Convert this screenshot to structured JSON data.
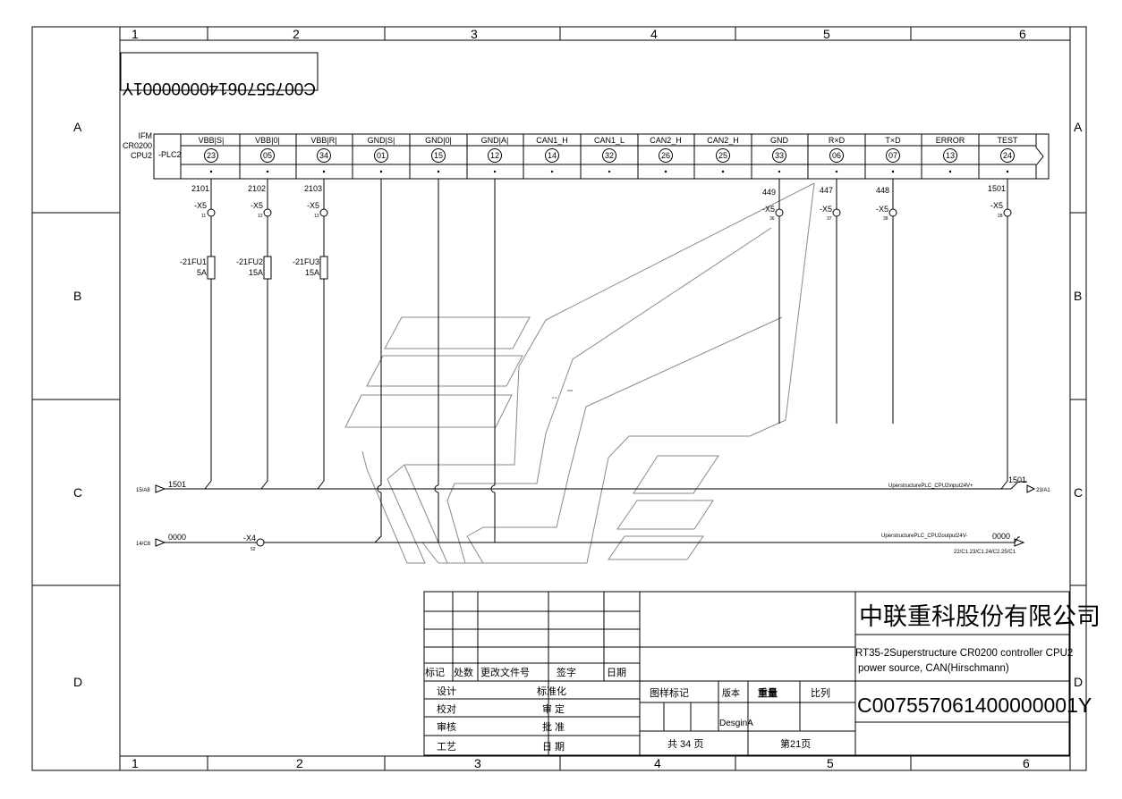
{
  "frame": {
    "col_labels": [
      "1",
      "2",
      "3",
      "4",
      "5",
      "6"
    ],
    "row_labels": [
      "A",
      "B",
      "C",
      "D"
    ]
  },
  "drawing_no_mirrored": "C007557061400000001Y",
  "plc": {
    "maker": "IFM",
    "model": "CR0200",
    "cpu": "CPU2",
    "tag": "-PLC2",
    "pins": [
      {
        "signal": "VBB|S|",
        "pin": "23"
      },
      {
        "signal": "VBB|0|",
        "pin": "05"
      },
      {
        "signal": "VBB|R|",
        "pin": "34"
      },
      {
        "signal": "GND|S|",
        "pin": "01"
      },
      {
        "signal": "GND|0|",
        "pin": "15"
      },
      {
        "signal": "GND|A|",
        "pin": "12"
      },
      {
        "signal": "CAN1_H",
        "pin": "14"
      },
      {
        "signal": "CAN1_L",
        "pin": "32"
      },
      {
        "signal": "CAN2_H",
        "pin": "26"
      },
      {
        "signal": "CAN2_H",
        "pin": "25"
      },
      {
        "signal": "GND",
        "pin": "33"
      },
      {
        "signal": "R×D",
        "pin": "06"
      },
      {
        "signal": "T×D",
        "pin": "07"
      },
      {
        "signal": "ERROR",
        "pin": "13"
      },
      {
        "signal": "TEST",
        "pin": "24"
      }
    ]
  },
  "wires": [
    {
      "wire": "2101",
      "term": "-X5",
      "pin": "11"
    },
    {
      "wire": "2102",
      "term": "-X5",
      "pin": "12"
    },
    {
      "wire": "2103",
      "term": "-X5",
      "pin": "13"
    },
    {
      "wire": "449",
      "term": "-X5",
      "pin": "36"
    },
    {
      "wire": "447",
      "term": "-X5",
      "pin": "37"
    },
    {
      "wire": "448",
      "term": "-X5",
      "pin": "38"
    },
    {
      "wire": "1501",
      "term": "-X5",
      "pin": "28"
    }
  ],
  "fuses": [
    {
      "tag": "-21FU1",
      "rating": "5A"
    },
    {
      "tag": "-21FU2",
      "rating": "15A"
    },
    {
      "tag": "-21FU3",
      "rating": "15A"
    }
  ],
  "buses": {
    "b1_ref_in": "15/A8",
    "b1_wire_in": "1501",
    "b1_desc": "UperstructurePLC_CPU2input24V+",
    "b1_wire_out": "1501",
    "b1_ref_out": "23/A1",
    "b2_ref_in": "14/C8",
    "b2_wire_in": "0000",
    "b2_term": "-X4",
    "b2_term_pin": "52",
    "b2_desc": "UperstructurePLC_CPU2output24V-",
    "b2_wire_out": "0000",
    "b2_ref_out": "22/C1.23/C1.24/C2.25/C1"
  },
  "title_block": {
    "company": "中联重科股份有限公司",
    "title_line1": "RT35-2Superstructure CR0200 controller CPU2",
    "title_line2": "power source, CAN(Hirschmann)",
    "drawing_no": "C007557061400000001Y",
    "rev_headers": [
      "标记",
      "处数",
      "更改文件号",
      "签字",
      "日期"
    ],
    "role_design": "设计",
    "role_check": "校对",
    "role_review": "审核",
    "role_process": "工艺",
    "std": "标准化",
    "approve1": "审 定",
    "approve2": "批 准",
    "date": "日 期",
    "mark_label": "图样标记",
    "version_label": "版本",
    "weight_label": "重量",
    "scale_label": "比列",
    "version_value": "DesginA",
    "total_pages": "共 34 页",
    "page_no": "第21页"
  }
}
